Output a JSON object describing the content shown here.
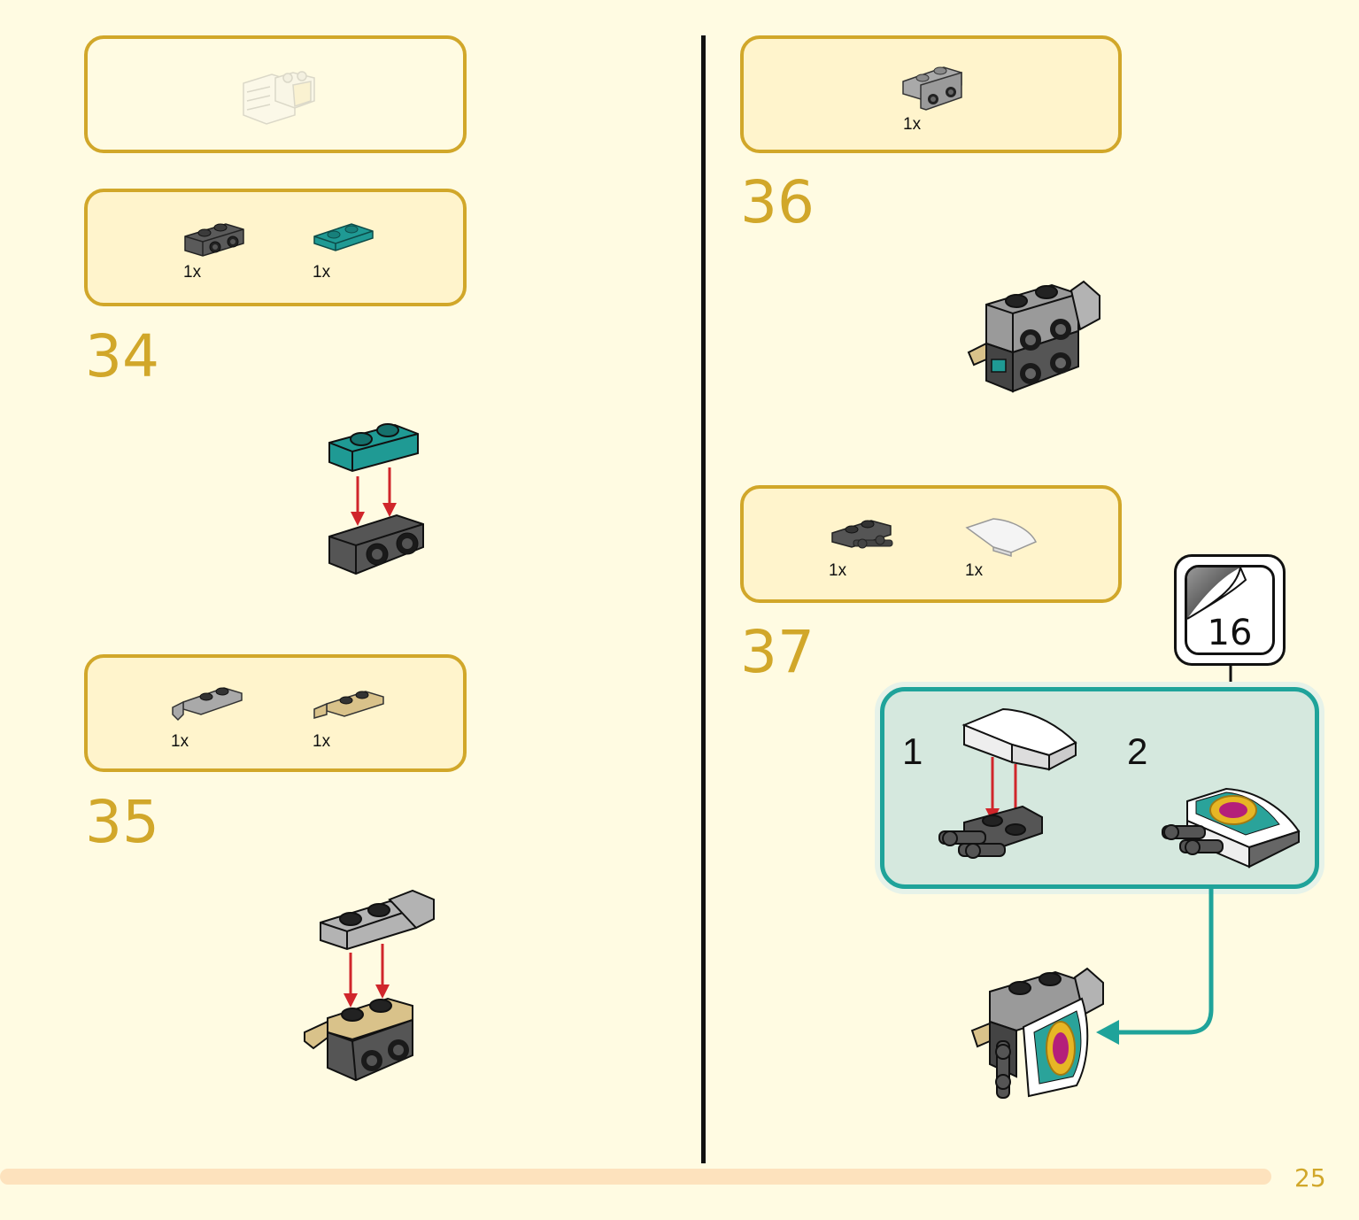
{
  "page": {
    "number": "25"
  },
  "steps": {
    "s34": {
      "number": "34",
      "parts": [
        {
          "qty": "1x",
          "name": "grey-bracket-icon"
        },
        {
          "qty": "1x",
          "name": "teal-plate-icon"
        }
      ]
    },
    "s35": {
      "number": "35",
      "parts": [
        {
          "qty": "1x",
          "name": "grey-clip-plate-icon"
        },
        {
          "qty": "1x",
          "name": "tan-clip-plate-icon"
        }
      ]
    },
    "s36": {
      "number": "36",
      "parts": [
        {
          "qty": "1x",
          "name": "grey-bracket-icon"
        }
      ]
    },
    "s37": {
      "number": "37",
      "parts": [
        {
          "qty": "1x",
          "name": "dark-grey-bar-plate-icon"
        },
        {
          "qty": "1x",
          "name": "white-curved-slope-icon"
        }
      ],
      "sticker": "16",
      "substeps": [
        "1",
        "2"
      ]
    }
  },
  "colors": {
    "accent": "#d1a72a",
    "teal": "#1fa39a",
    "arrow": "#d0262b",
    "background": "#fffbe2"
  }
}
